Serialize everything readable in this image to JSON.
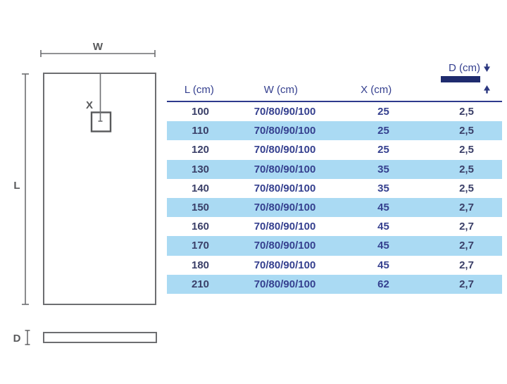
{
  "colors": {
    "navy_text": "#35408f",
    "dark_value_text": "#3a3f68",
    "row_highlight_blue": "#aadaf3",
    "header_rule_navy": "#2e3a8c",
    "depth_bar_navy": "#1f2b6e",
    "diagram_line_gray": "#6d6e71",
    "diagram_label_gray": "#58595b"
  },
  "diagram": {
    "width_label": "W",
    "drain_offset_label": "X",
    "length_label": "L",
    "depth_label": "D"
  },
  "table": {
    "headers": [
      "L (cm)",
      "W (cm)",
      "X (cm)",
      "D (cm)"
    ],
    "rows": [
      {
        "l": "100",
        "w": "70/80/90/100",
        "x": "25",
        "d": "2,5"
      },
      {
        "l": "110",
        "w": "70/80/90/100",
        "x": "25",
        "d": "2,5"
      },
      {
        "l": "120",
        "w": "70/80/90/100",
        "x": "25",
        "d": "2,5"
      },
      {
        "l": "130",
        "w": "70/80/90/100",
        "x": "35",
        "d": "2,5"
      },
      {
        "l": "140",
        "w": "70/80/90/100",
        "x": "35",
        "d": "2,5"
      },
      {
        "l": "150",
        "w": "70/80/90/100",
        "x": "45",
        "d": "2,7"
      },
      {
        "l": "160",
        "w": "70/80/90/100",
        "x": "45",
        "d": "2,7"
      },
      {
        "l": "170",
        "w": "70/80/90/100",
        "x": "45",
        "d": "2,7"
      },
      {
        "l": "180",
        "w": "70/80/90/100",
        "x": "45",
        "d": "2,7"
      },
      {
        "l": "210",
        "w": "70/80/90/100",
        "x": "62",
        "d": "2,7"
      }
    ]
  }
}
